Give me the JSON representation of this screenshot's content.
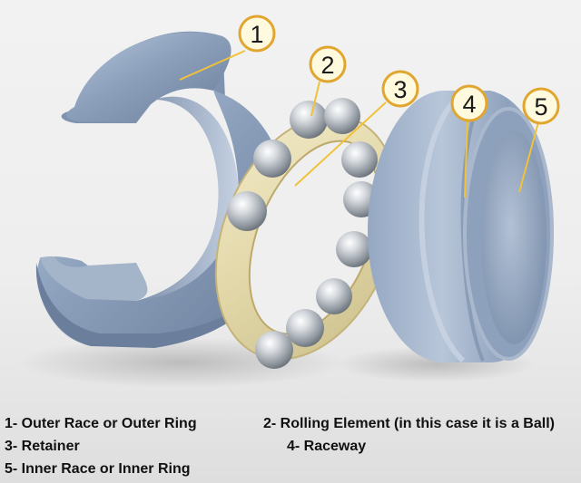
{
  "callouts": [
    {
      "number": "1"
    },
    {
      "number": "2"
    },
    {
      "number": "3"
    },
    {
      "number": "4"
    },
    {
      "number": "5"
    }
  ],
  "legend": {
    "item1": "1- Outer Race or Outer Ring",
    "item2": "2- Rolling Element (in this case it is a Ball)",
    "item3": "3- Retainer",
    "item4": "4- Raceway",
    "item5": "5- Inner Race or Inner Ring"
  },
  "colors": {
    "badge_fill": "#fff9de",
    "badge_stroke": "#e0a630",
    "leader_line": "#f0c23a",
    "steel": "#8fa3bf",
    "cage": "#e6dcb1"
  }
}
